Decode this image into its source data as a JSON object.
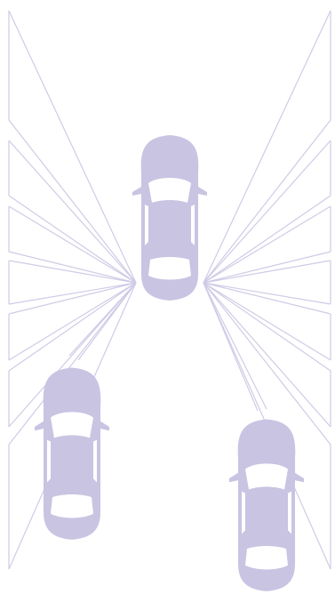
{
  "colors": {
    "background": "#ffffff",
    "car_fill": "#c8c4e2",
    "car_window": "#ffffff",
    "ray_stroke": "#cfcbe6"
  },
  "scene": {
    "type": "blind-spot-sensor-illustration",
    "cars": [
      {
        "role": "ego-car",
        "icon": "car-top-view-icon"
      },
      {
        "role": "rear-left-car",
        "icon": "car-top-view-icon"
      },
      {
        "role": "rear-right-car",
        "icon": "car-top-view-icon"
      }
    ]
  }
}
